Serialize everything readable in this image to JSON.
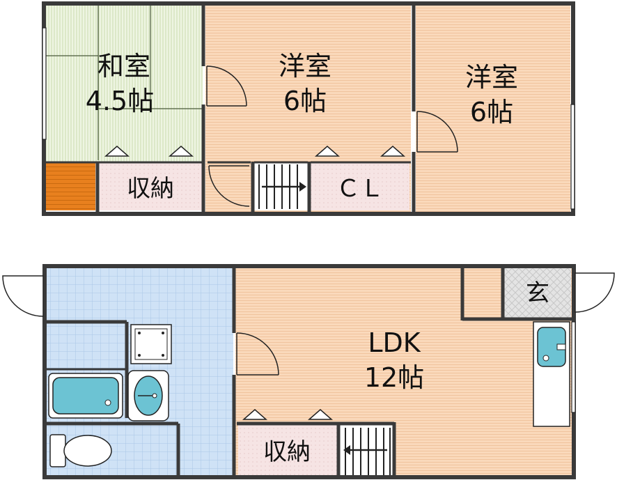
{
  "floor2": {
    "washitsu": {
      "name": "和室",
      "size": "4.5帖"
    },
    "youshitsu_center": {
      "name": "洋室",
      "size": "6帖"
    },
    "youshitsu_right": {
      "name": "洋室",
      "size": "6帖"
    },
    "storage": {
      "name": "収納"
    },
    "closet": {
      "name": "ＣＬ"
    }
  },
  "floor1": {
    "ldk": {
      "name": "LDK",
      "size": "12帖"
    },
    "entrance": {
      "name": "玄"
    },
    "storage": {
      "name": "収納"
    }
  },
  "colors": {
    "wall": "#3a3a3a",
    "room_floor": "#f9d5b4",
    "tatami": "#e4efd2",
    "wet_area": "#c9def5",
    "storage": "#f7e1e1",
    "orange_accent": "#e8801e",
    "fixture": "#6cc3d3",
    "entrance": "#e0e0e0"
  }
}
